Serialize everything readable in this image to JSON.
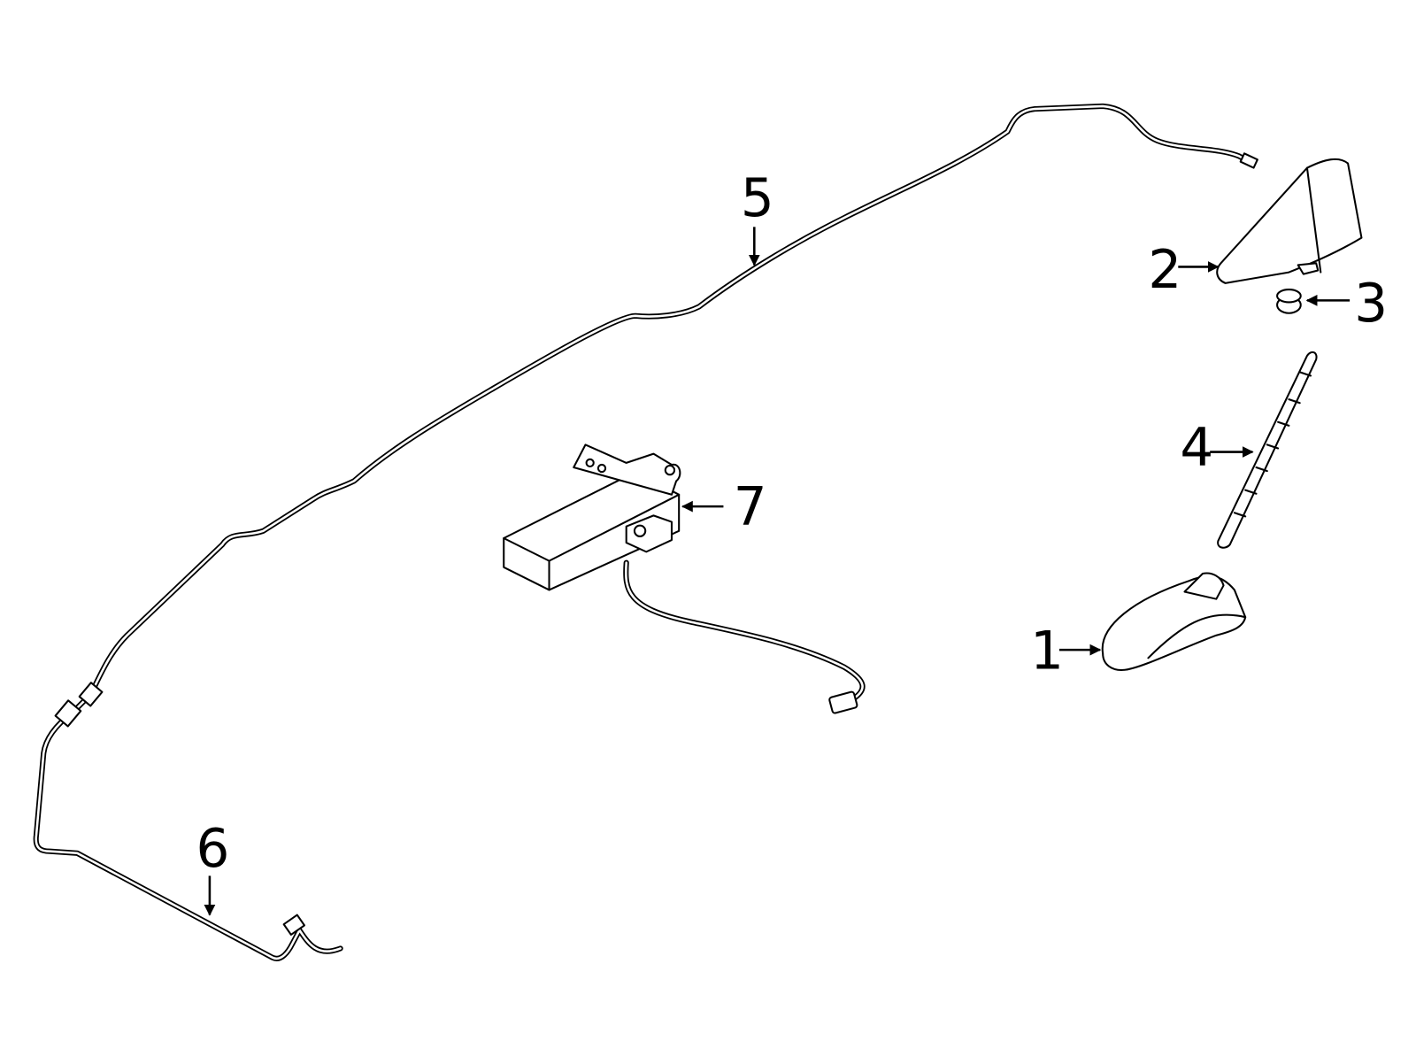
{
  "diagram": {
    "callouts": [
      {
        "id": "1",
        "label": "1",
        "part": "shark-fin-antenna-base"
      },
      {
        "id": "2",
        "label": "2",
        "part": "antenna-cover"
      },
      {
        "id": "3",
        "label": "3",
        "part": "nut"
      },
      {
        "id": "4",
        "label": "4",
        "part": "antenna-mast"
      },
      {
        "id": "5",
        "label": "5",
        "part": "antenna-cable-main"
      },
      {
        "id": "6",
        "label": "6",
        "part": "antenna-cable-rear"
      },
      {
        "id": "7",
        "label": "7",
        "part": "amplifier-module"
      }
    ]
  }
}
